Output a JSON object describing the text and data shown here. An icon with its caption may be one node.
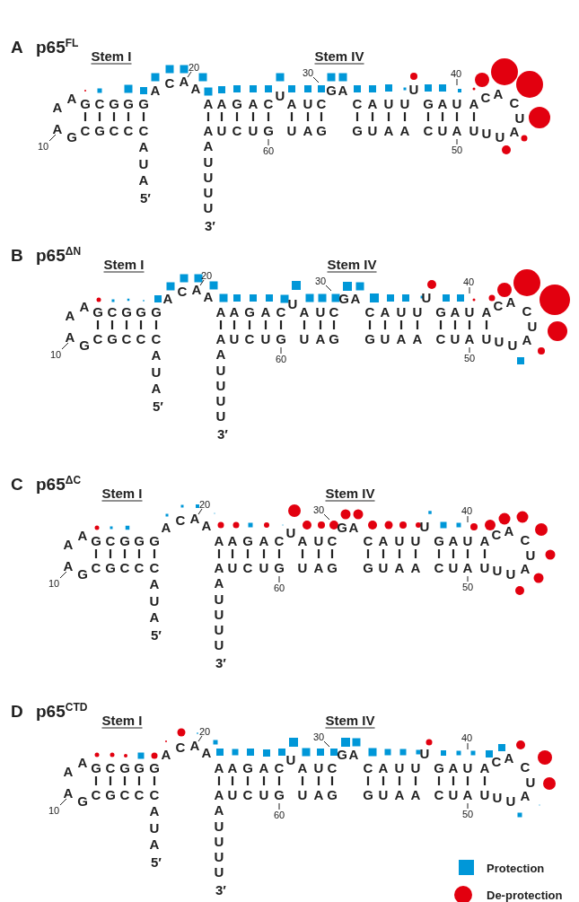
{
  "diagram": {
    "labels": [
      "A",
      "p65$^{FL}$",
      "Stem I",
      "Stem IV",
      "A",
      "A",
      "G",
      "C",
      "G",
      "G",
      "G",
      "A",
      "G",
      "C",
      "G",
      "C",
      "C",
      "C",
      "A",
      "U",
      "A",
      "5′",
      "A",
      "C",
      "A",
      "A",
      "A",
      "A",
      "G",
      "A",
      "C",
      "U",
      "A",
      "U",
      "C",
      "G",
      "A",
      "C",
      "A",
      "U",
      "U",
      "U",
      "G",
      "A",
      "U",
      "A",
      "C",
      "A",
      "C",
      "U",
      "A",
      "U",
      "C",
      "U",
      "G",
      "U",
      "A",
      "G",
      "G",
      "U",
      "A",
      "A",
      "C",
      "U",
      "A",
      "U",
      "U",
      "U",
      "A",
      "A",
      "U",
      "U",
      "U",
      "U",
      "3′",
      "10",
      "20",
      "30",
      "40",
      "60",
      "50",
      "B",
      "p65$^{ΔN}$",
      "Stem I",
      "Stem IV",
      "A",
      "A",
      "G",
      "C",
      "G",
      "G",
      "G",
      "A",
      "G",
      "C",
      "G",
      "C",
      "C",
      "C",
      "A",
      "U",
      "A",
      "5′",
      "A",
      "C",
      "A",
      "A",
      "A",
      "A",
      "G",
      "A",
      "C",
      "U",
      "A",
      "U",
      "C",
      "G",
      "A",
      "C",
      "A",
      "U",
      "U",
      "U",
      "G",
      "A",
      "U",
      "A",
      "C",
      "A",
      "C",
      "U",
      "A",
      "U",
      "C",
      "U",
      "G",
      "U",
      "A",
      "G",
      "G",
      "U",
      "A",
      "A",
      "C",
      "U",
      "A",
      "U",
      "U",
      "U",
      "A",
      "A",
      "U",
      "U",
      "U",
      "U",
      "3′",
      "10",
      "20",
      "30",
      "40",
      "60",
      "50",
      "C",
      "p65$^{ΔC}$",
      "Stem I",
      "Stem IV",
      "A",
      "A",
      "G",
      "C",
      "G",
      "G",
      "G",
      "A",
      "G",
      "C",
      "G",
      "C",
      "C",
      "C",
      "A",
      "U",
      "A",
      "5′",
      "A",
      "C",
      "A",
      "A",
      "A",
      "A",
      "G",
      "A",
      "C",
      "U",
      "A",
      "U",
      "C",
      "G",
      "A",
      "C",
      "A",
      "U",
      "U",
      "U",
      "G",
      "A",
      "U",
      "A",
      "C",
      "A",
      "C",
      "U",
      "A",
      "U",
      "C",
      "U",
      "G",
      "U",
      "A",
      "G",
      "G",
      "U",
      "A",
      "A",
      "C",
      "U",
      "A",
      "U",
      "U",
      "U",
      "A",
      "A",
      "U",
      "U",
      "U",
      "U",
      "3′",
      "10",
      "20",
      "30",
      "40",
      "60",
      "50",
      "D",
      "p65$^{CTD}$",
      "Stem I",
      "Stem IV",
      "A",
      "A",
      "G",
      "C",
      "G",
      "G",
      "G",
      "A",
      "G",
      "C",
      "G",
      "C",
      "C",
      "C",
      "A",
      "U",
      "A",
      "5′",
      "A",
      "C",
      "A",
      "A",
      "A",
      "A",
      "G",
      "A",
      "C",
      "U",
      "A",
      "U",
      "C",
      "G",
      "A",
      "C",
      "A",
      "U",
      "U",
      "U",
      "G",
      "A",
      "U",
      "A",
      "C",
      "A",
      "C",
      "U",
      "A",
      "U",
      "C",
      "U",
      "G",
      "U",
      "A",
      "G",
      "G",
      "U",
      "A",
      "A",
      "C",
      "U",
      "A",
      "U",
      "U",
      "U",
      "A",
      "A",
      "U",
      "U",
      "U",
      "U",
      "3′",
      "10",
      "20",
      "30",
      "40",
      "60",
      "50"
    ],
    "legend": [
      {
        "text": "Protection",
        "color": "#0097d8"
      },
      {
        "text": "De-protection",
        "color": "#e2000f"
      }
    ]
  }
}
